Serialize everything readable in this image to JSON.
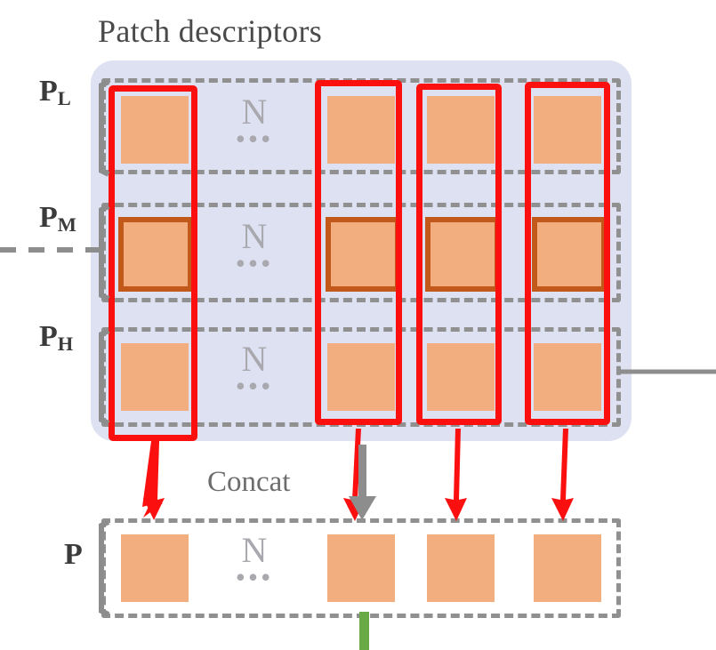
{
  "diagram": {
    "title": "Patch descriptors",
    "concat_label": "Concat",
    "ellipsis_symbol": "•••",
    "count_symbol": "N"
  },
  "colors": {
    "panel_background": "#dde1f1",
    "patch_fill": "#f2ae7e",
    "patch_border_highlight": "#c2591b",
    "dashed_outline": "#909090",
    "red_highlight": "#fb0f0f",
    "text_gray": "#4a4a4a",
    "label_dark": "#3b3b3b",
    "arrow_red": "#fb0f0f",
    "arrow_gray": "#8d8d8d",
    "green_bar": "#6aaa46"
  },
  "rows": [
    {
      "id": "row-low",
      "label_main": "P",
      "label_sub": "L",
      "count": "N",
      "dots": "•••",
      "patches_bordered": false,
      "num_patches": 4
    },
    {
      "id": "row-mid",
      "label_main": "P",
      "label_sub": "M",
      "count": "N",
      "dots": "•••",
      "patches_bordered": true,
      "num_patches": 4
    },
    {
      "id": "row-high",
      "label_main": "P",
      "label_sub": "H",
      "count": "N",
      "dots": "•••",
      "patches_bordered": false,
      "num_patches": 4
    }
  ],
  "output_row": {
    "id": "row-concat",
    "label_main": "P",
    "label_sub": "",
    "count": "N",
    "dots": "•••",
    "num_patches": 4
  },
  "highlight_columns": [
    {
      "id": "column-1"
    },
    {
      "id": "column-2"
    },
    {
      "id": "column-3"
    },
    {
      "id": "column-4"
    }
  ],
  "arrows": {
    "red_count": 4,
    "gray_count": 1
  }
}
